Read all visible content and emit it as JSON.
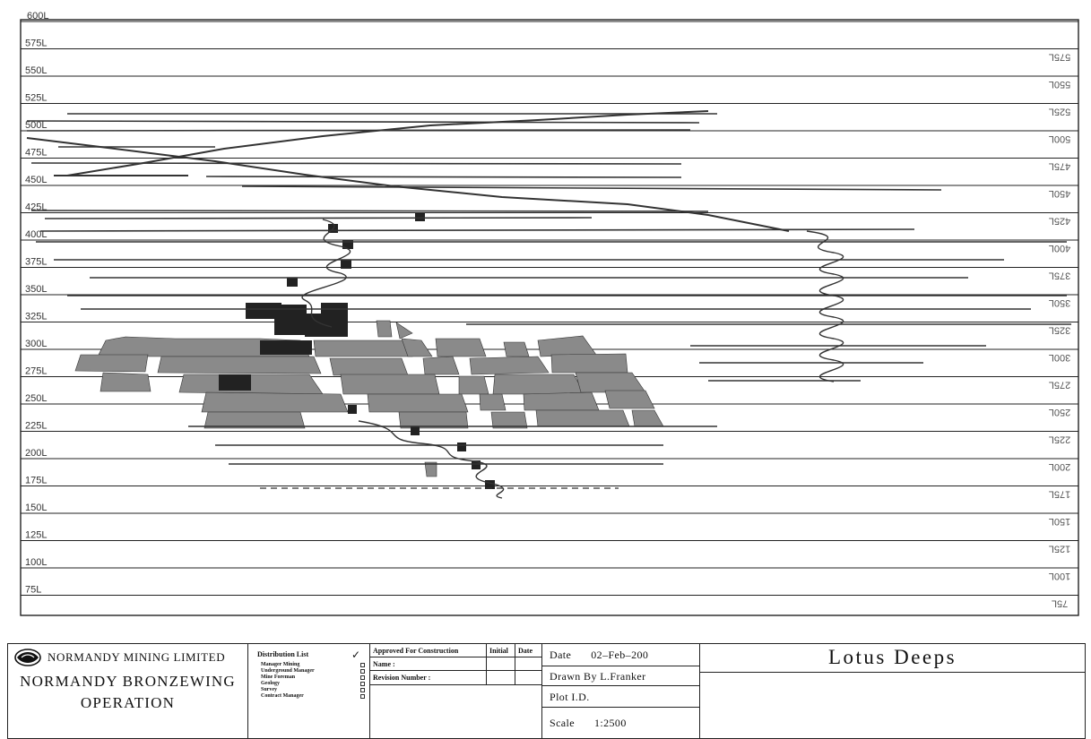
{
  "drawing": {
    "levels": [
      "600L",
      "575L",
      "550L",
      "525L",
      "500L",
      "475L",
      "450L",
      "425L",
      "400L",
      "375L",
      "350L",
      "325L",
      "300L",
      "275L",
      "250L",
      "225L",
      "200L",
      "175L",
      "150L",
      "125L",
      "100L",
      "75L"
    ]
  },
  "title_block": {
    "company": "NORMANDY  MINING  LIMITED",
    "operation_line1": "NORMANDY  BRONZEWING",
    "operation_line2": "OPERATION",
    "distribution_title": "Distribution  List",
    "distribution_tick": "✓",
    "distribution_items": [
      "Manager  Mining",
      "Underground  Manager",
      "Mine  Foreman",
      "Geology",
      "Survey",
      "Contract  Manager"
    ],
    "approved_label": "Approved  For  Construction",
    "initial_label": "Initial",
    "date_col_label": "Date",
    "name_label": "Name  :",
    "revision_label": "Revision  Number  :",
    "date_label": "Date",
    "date_value": "02–Feb–200",
    "drawn_by": "Drawn  By L.Franker",
    "plot_id": "Plot  I.D.",
    "scale_label": "Scale",
    "scale_value": "1:2500",
    "project_title": "Lotus  Deeps"
  }
}
